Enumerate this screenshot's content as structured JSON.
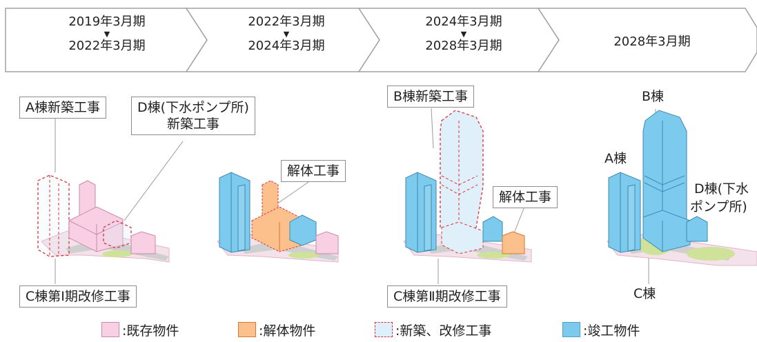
{
  "timeline": [
    {
      "from": "2019年3月期",
      "to": "2022年3月期"
    },
    {
      "from": "2022年3月期",
      "to": "2024年3月期"
    },
    {
      "from": "2024年3月期",
      "to": "2028年3月期"
    },
    {
      "single": "2028年3月期"
    }
  ],
  "timeline_arrow": "▼",
  "callouts": {
    "a_new": "A棟新築工事",
    "d_new_line1": "D棟(下水ポンプ所)",
    "d_new_line2": "新築工事",
    "demolition_1": "解体工事",
    "b_new": "B棟新築工事",
    "demolition_2": "解体工事",
    "c_phase1": "C棟第Ⅰ期改修工事",
    "c_phase2": "C棟第Ⅱ期改修工事"
  },
  "final_labels": {
    "b": "B棟",
    "a": "A棟",
    "d_line1": "D棟(下水",
    "d_line2": "ポンプ所)",
    "c": "C棟"
  },
  "legend": [
    {
      "label": ":既存物件",
      "fill": "#f8cfe3",
      "stroke": "#c98aa9",
      "dashed": false
    },
    {
      "label": ":解体物件",
      "fill": "#fbc08c",
      "stroke": "#d9782e",
      "dashed": false
    },
    {
      "label": ":新築、改修工事",
      "fill": "#dff0fa",
      "stroke": "#e0303a",
      "dashed": true
    },
    {
      "label": ":竣工物件",
      "fill": "#7ccbee",
      "stroke": "#4f9fc6",
      "dashed": false
    }
  ],
  "colors": {
    "existing": "#f8cfe3",
    "demolition": "#fbc08c",
    "construction": "#dff0fa",
    "construction_outline": "#e0303a",
    "completed": "#7ccbee",
    "ground": "#f3e2ea",
    "road": "#cfcfcf",
    "green": "#cfe29a"
  }
}
